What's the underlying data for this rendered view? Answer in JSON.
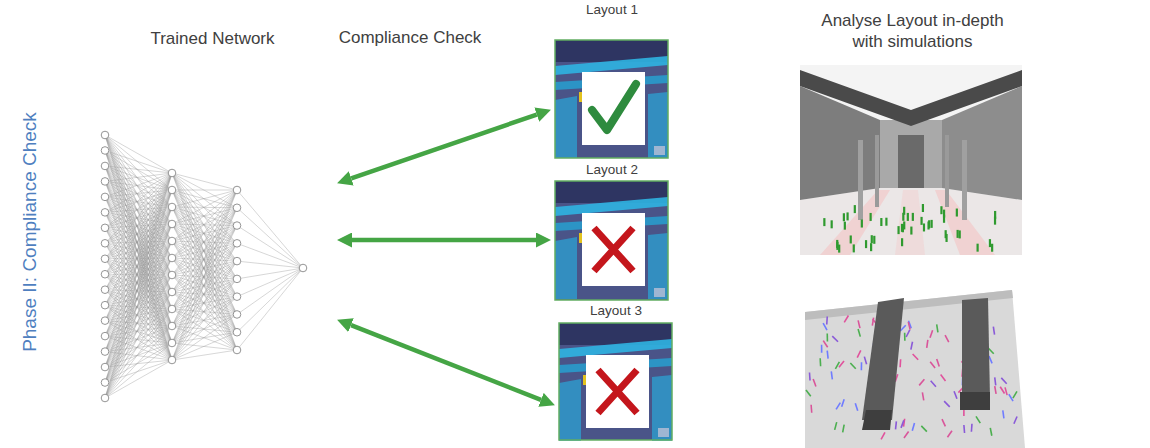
{
  "diagram": {
    "nodes": [
      {
        "text": [
          "Trained Network"
        ]
      },
      {
        "text": [
          "Layout 1"
        ]
      },
      {
        "text": [
          "Layout 2"
        ]
      },
      {
        "text": [
          "Layout 3"
        ]
      },
      {
        "text": [
          "Analyse Layout in-depth with simulations"
        ]
      }
    ],
    "edges": [
      {
        "from": 0,
        "to": 1,
        "arrow": "both"
      },
      {
        "from": 0,
        "to": 2,
        "arrow": "both"
      },
      {
        "from": 0,
        "to": 3,
        "arrow": "both"
      }
    ],
    "labels": [
      "Phase II: Compliance Check",
      "Compliance Check"
    ]
  }
}
